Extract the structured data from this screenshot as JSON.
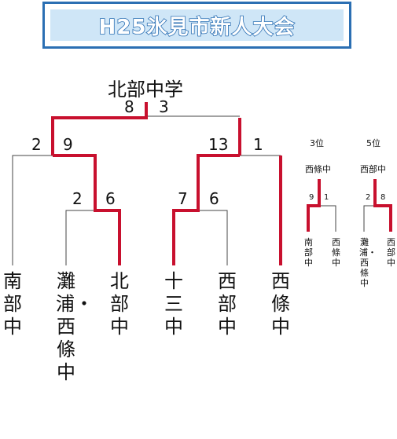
{
  "title": "H25氷見市新人大会",
  "champion": "北部中学",
  "final": {
    "left_score": "8",
    "right_score": "3"
  },
  "semis": {
    "left": {
      "left_score": "2",
      "right_score": "9"
    },
    "right": {
      "left_score": "13",
      "right_score": "1"
    }
  },
  "quarters": {
    "left": {
      "left_score": "2",
      "right_score": "6"
    },
    "right": {
      "left_score": "7",
      "right_score": "6"
    }
  },
  "teams": [
    "南部中",
    "灘浦・西條中",
    "北部中",
    "十三中",
    "西部中",
    "西條中"
  ],
  "third_place": {
    "heading": "3位",
    "winner": "西條中",
    "left_score": "9",
    "right_score": "1",
    "teams": [
      "南部中",
      "西條中"
    ]
  },
  "fifth_place": {
    "heading": "5位",
    "winner": "西部中",
    "left_score": "2",
    "right_score": "8",
    "teams": [
      "灘浦・西條中",
      "西部中"
    ]
  },
  "colors": {
    "win_line": "#c8102e",
    "lose_line": "#444444",
    "title_border": "#2b6fb3",
    "title_fill": "#cfe6f7"
  }
}
